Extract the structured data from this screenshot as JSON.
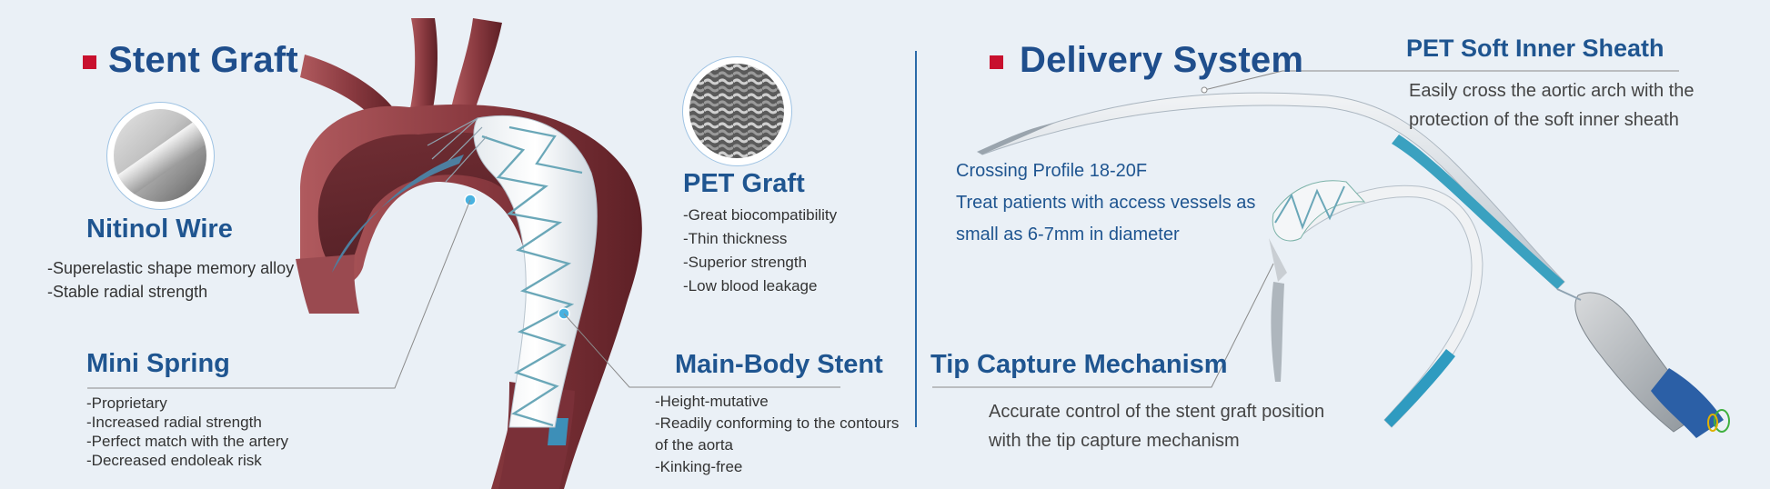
{
  "stent_graft": {
    "title": "Stent Graft",
    "nitinol": {
      "label": "Nitinol Wire",
      "items": [
        "-Superelastic shape memory alloy",
        "-Stable radial strength"
      ]
    },
    "pet_graft": {
      "label": "PET Graft",
      "items": [
        "-Great biocompatibility",
        "-Thin thickness",
        "-Superior strength",
        "-Low blood leakage"
      ]
    },
    "mini_spring": {
      "label": "Mini Spring",
      "items": [
        "-Proprietary",
        "-Increased radial strength",
        "-Perfect match with the artery",
        "-Decreased endoleak risk"
      ]
    },
    "main_body": {
      "label": "Main-Body Stent",
      "items": [
        "-Height-mutative",
        "-Readily conforming to the contours",
        "of the aorta",
        "-Kinking-free"
      ]
    }
  },
  "delivery_system": {
    "title": "Delivery System",
    "pet_sheath": {
      "label": "PET Soft Inner Sheath",
      "lines": [
        "Easily cross the aortic arch with the",
        "protection of the soft inner sheath"
      ]
    },
    "crossing": {
      "lines": [
        "Crossing Profile 18-20F",
        "Treat patients with access vessels as",
        "small as 6-7mm in diameter"
      ]
    },
    "tip_capture": {
      "label": "Tip Capture Mechanism",
      "lines": [
        "Accurate control of the stent graft position",
        "with the tip capture mechanism"
      ]
    }
  },
  "colors": {
    "accent_red": "#c8102e",
    "title_blue": "#1f4e8c",
    "background": "#eaf0f6"
  }
}
